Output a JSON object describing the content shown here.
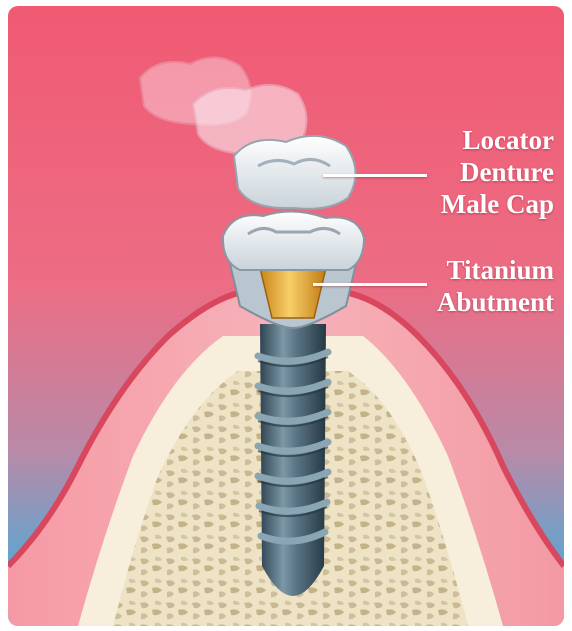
{
  "labels": {
    "cap": {
      "lines": [
        "Locator",
        "Denture",
        "Male Cap"
      ]
    },
    "abutment": {
      "lines": [
        "Titanium",
        "Abutment"
      ]
    }
  },
  "colors": {
    "background_top": "#f05a72",
    "background_mid": "#e9778f",
    "background_bottom": "#2fb4e6",
    "gum": "#f2a4ad",
    "bone": "#f4ecd6",
    "implant": "#4c6878",
    "abutment": "#e9aa3c"
  }
}
